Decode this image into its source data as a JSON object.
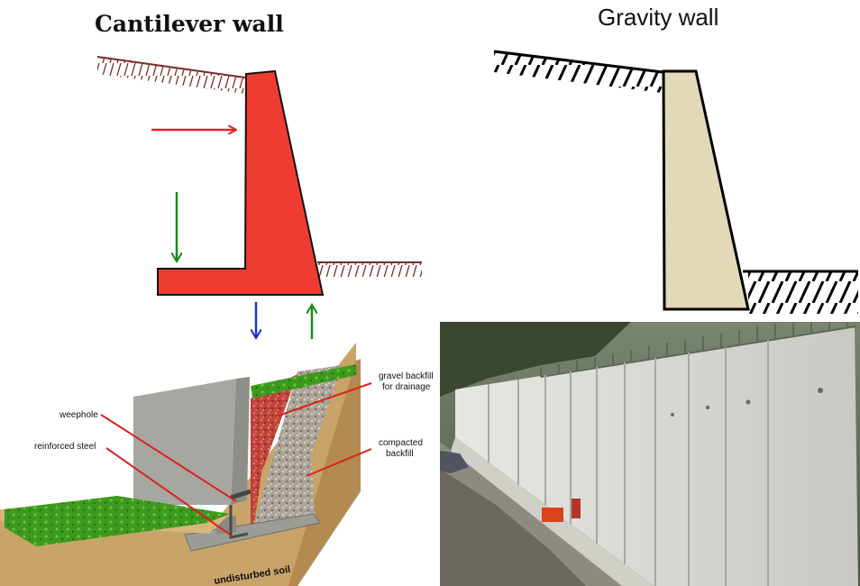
{
  "panels": {
    "cantilever": {
      "title": "Cantilever wall"
    },
    "gravity": {
      "title": "Gravity wall"
    },
    "cross_section": {
      "labels": {
        "weephole": "weephole",
        "reinforced_steel": "reinforced steel",
        "gravel_line1": "gravel backfill",
        "gravel_line2": "for drainage",
        "compacted_line1": "compacted",
        "compacted_line2": "backfill",
        "undisturbed_soil": "undisturbed soil"
      }
    }
  },
  "colors": {
    "wall_red": "#ee3c32",
    "wall_beige": "#e3d8b8",
    "arrow_red": "#e8202a",
    "arrow_green": "#1a8a1a",
    "arrow_blue": "#1f2fd8",
    "grass": "#3e9a1f",
    "soil": "#c9a46a"
  }
}
